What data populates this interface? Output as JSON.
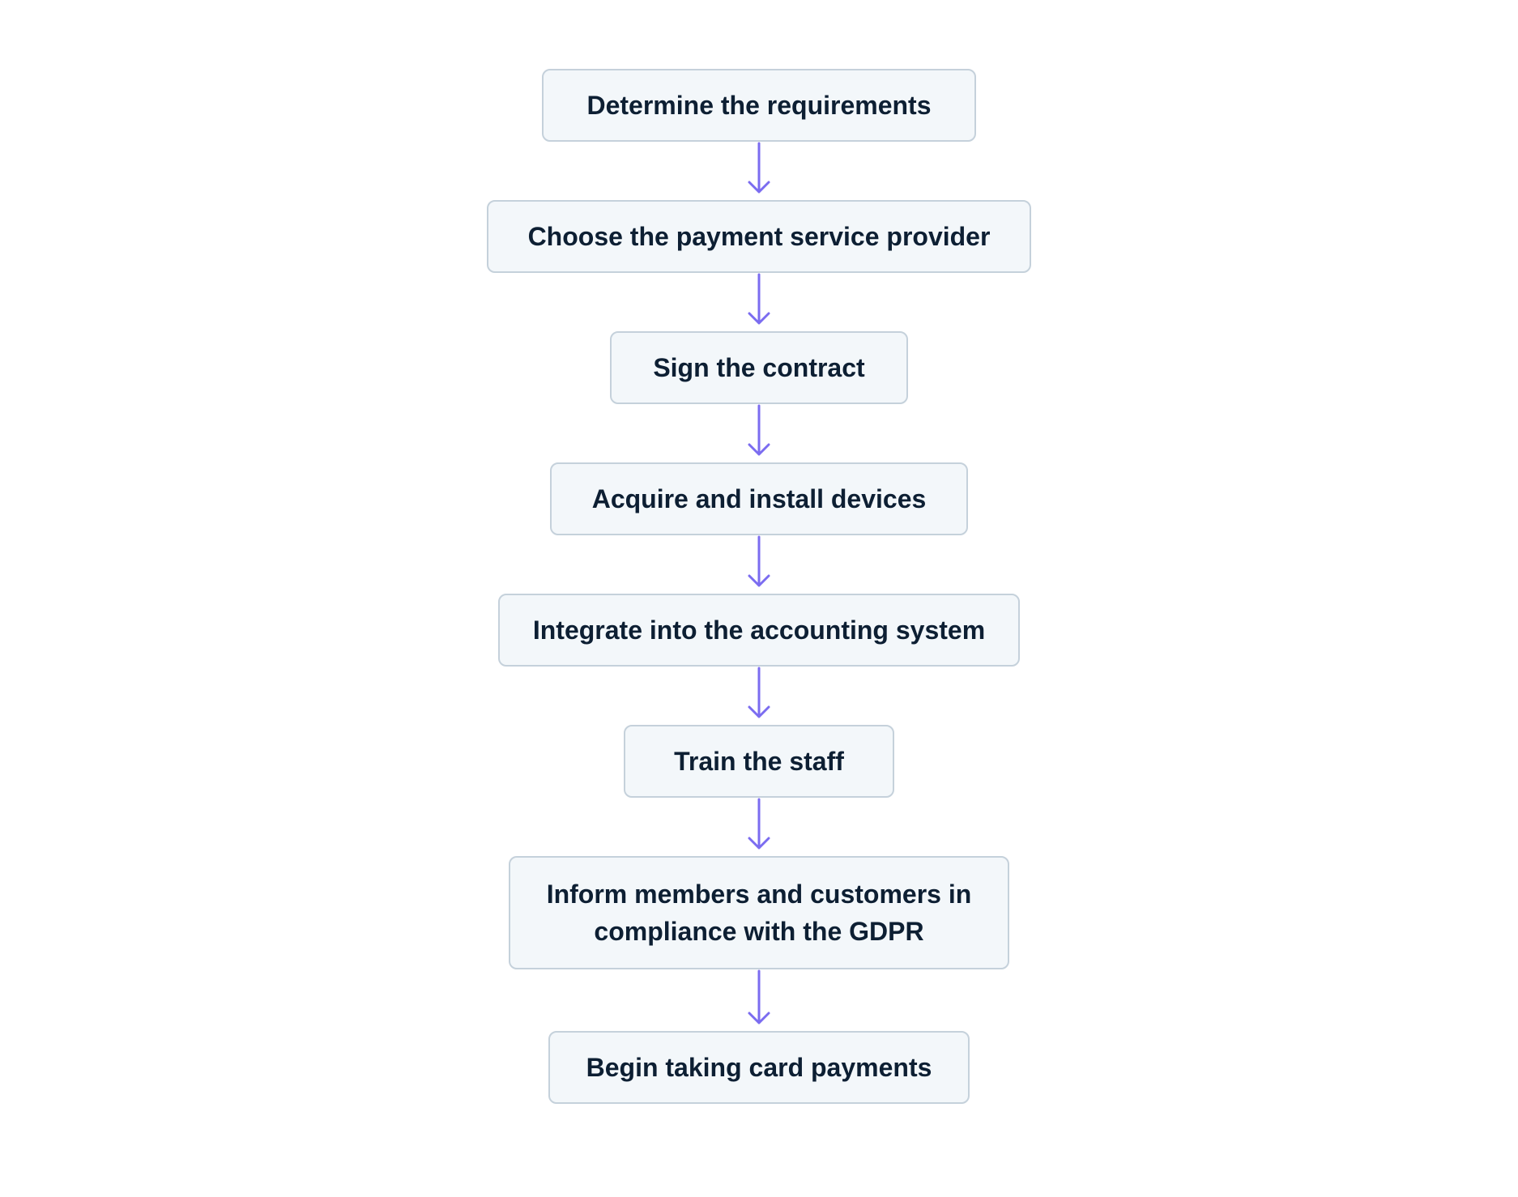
{
  "flow": {
    "accent_color": "#7b6cf0",
    "steps": [
      {
        "label": "Determine the requirements"
      },
      {
        "label": "Choose the payment service provider"
      },
      {
        "label": "Sign the contract"
      },
      {
        "label": "Acquire and install devices"
      },
      {
        "label": "Integrate into the accounting system"
      },
      {
        "label": "Train the staff"
      },
      {
        "label": "Inform members and customers in compliance with the GDPR"
      },
      {
        "label": "Begin taking card payments"
      }
    ],
    "arrows": [
      {
        "from": 0,
        "to": 1
      },
      {
        "from": 1,
        "to": 2
      },
      {
        "from": 2,
        "to": 3
      },
      {
        "from": 3,
        "to": 4
      },
      {
        "from": 4,
        "to": 5
      },
      {
        "from": 5,
        "to": 6
      },
      {
        "from": 6,
        "to": 7
      }
    ]
  }
}
